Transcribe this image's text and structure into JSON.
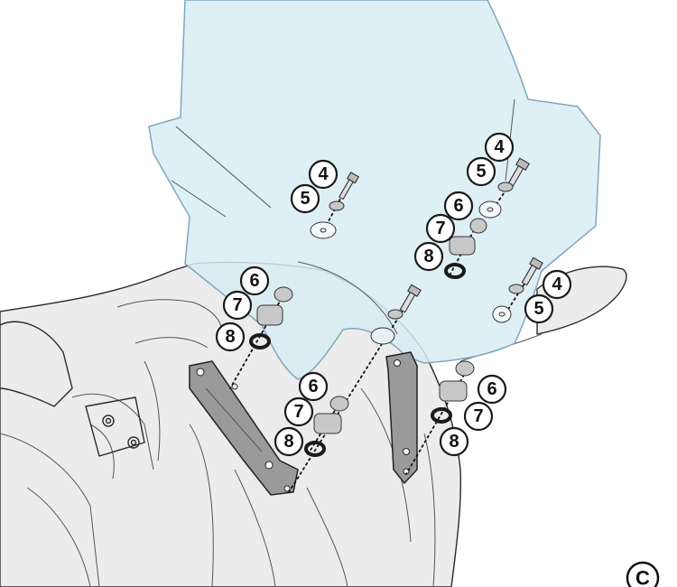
{
  "colors": {
    "windscreen_fill": "#d9ecf4",
    "windscreen_stroke": "#7fa8bd",
    "body_fill": "#ececec",
    "body_stroke": "#2a2a2a",
    "bracket_fill": "#9a9a9a",
    "washer_fill": "#c8c8c8",
    "ring_fill": "#1a1a1a"
  },
  "callouts": [
    {
      "id": "c1",
      "label": "4"
    },
    {
      "id": "c2",
      "label": "5"
    },
    {
      "id": "c3",
      "label": "4"
    },
    {
      "id": "c4",
      "label": "5"
    },
    {
      "id": "c5",
      "label": "6"
    },
    {
      "id": "c6",
      "label": "7"
    },
    {
      "id": "c7",
      "label": "8"
    },
    {
      "id": "c8",
      "label": "4"
    },
    {
      "id": "c9",
      "label": "5"
    },
    {
      "id": "c10",
      "label": "6"
    },
    {
      "id": "c11",
      "label": "7"
    },
    {
      "id": "c12",
      "label": "8"
    },
    {
      "id": "c13",
      "label": "6"
    },
    {
      "id": "c14",
      "label": "7"
    },
    {
      "id": "c15",
      "label": "8"
    },
    {
      "id": "c16",
      "label": "6"
    },
    {
      "id": "c17",
      "label": "7"
    },
    {
      "id": "c18",
      "label": "8"
    }
  ],
  "page_letter": "C"
}
